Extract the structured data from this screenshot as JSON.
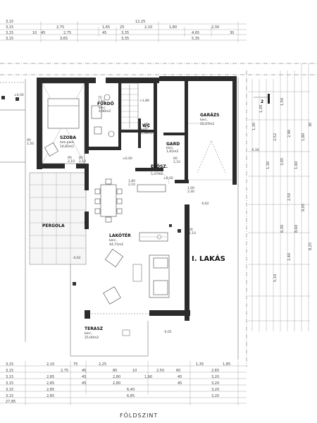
{
  "drawing_title": "FÖLDSZINT",
  "unit_label": "I. LAKÁS",
  "section_mark": "2",
  "rooms": {
    "szoba": {
      "name": "SZOBA",
      "floor": "lam.park.",
      "area": "14,85m2"
    },
    "furdo": {
      "name": "FÜRDŐ",
      "floor": "kerc.",
      "area": "4,96m2"
    },
    "wc": {
      "name": "WC",
      "floor": "kerc.",
      "area": "1,68m2"
    },
    "gard": {
      "name": "GARD",
      "floor": "kerc.",
      "area": "1,65m2"
    },
    "elosz": {
      "name": "ELŐSZ.",
      "floor": "kerc.",
      "area": "5,47m2"
    },
    "garazs": {
      "name": "GARÁZS",
      "floor": "kerc.",
      "area": "22,27m2"
    },
    "lakoter": {
      "name": "LAKÓTÉR",
      "floor": "kerc.",
      "area": "44,71m2"
    },
    "terasz": {
      "name": "TERASZ",
      "floor": "kerc.",
      "area": "25,00m2"
    },
    "pergola": {
      "name": "PERGOLA"
    }
  },
  "elevations": {
    "e1": "±0,00",
    "e2": "±0,00",
    "e3": "-0,62",
    "e4": "-0,05",
    "e5": "-0,30",
    "e6": "-0,92",
    "e7": "+1,89",
    "e8": "±0,00"
  },
  "door_dims": {
    "d1": "90\n2,10",
    "d2": "80\n2,10",
    "d3": "1,80\n2,10",
    "d4": "1,00\n2,40",
    "d5": "90\n1,50",
    "d6": "90\n2,10",
    "d7": "75\n2,10",
    "d8": "60\n2,10"
  },
  "dims_top": {
    "r1": [
      "3,15",
      "12,25"
    ],
    "r2": [
      "3,15",
      "2,75",
      "1,65",
      "25",
      "2,10",
      "1,80",
      "2,30"
    ],
    "r3": [
      "3,15",
      "10",
      "45",
      "2,75",
      "45",
      "3,35",
      "4,65",
      "30"
    ],
    "r4": [
      "3,15",
      "3,65",
      "3,35",
      "5,35"
    ]
  },
  "dims_bottom": {
    "r1": [
      "3,15",
      "2,10",
      "75",
      "2,25",
      "1,35",
      "1,85"
    ],
    "r2": [
      "3,15",
      "2,75",
      "45",
      "80",
      "10",
      "2,50",
      "60",
      "2,65"
    ],
    "r3": [
      "3,15",
      "2,85",
      "45",
      "2,80",
      "1,90",
      "45",
      "3,20"
    ],
    "r4": [
      "3,15",
      "2,85",
      "45",
      "2,80",
      "45",
      "3,20"
    ],
    "r5": [
      "3,15",
      "2,85",
      "6,40",
      "3,20"
    ],
    "r6": [
      "3,15",
      "2,85",
      "6,85",
      "3,20"
    ],
    "r7": [
      "27,85"
    ]
  },
  "dims_right": [
    "1,30",
    "1,30",
    "1,30",
    "2,52",
    "1,50",
    "3,05",
    "2,90",
    "2,50",
    "1,60",
    "8,60",
    "9,05",
    "8,25",
    "5,10",
    "6,30",
    "2,40",
    "1,80",
    "30"
  ]
}
